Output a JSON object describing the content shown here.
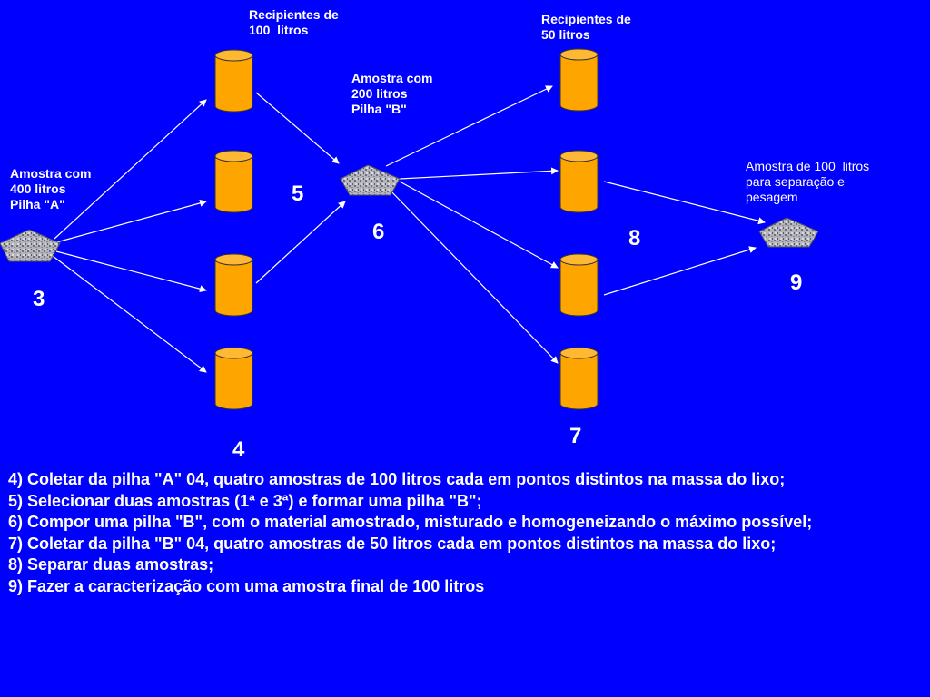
{
  "colors": {
    "background": "#0000ff",
    "container_fill": "#ffa500",
    "pile_fill": "#b0b0b8",
    "text": "#ffffff"
  },
  "labels": {
    "pile_a": "Amostra com\n400 litros\nPilha \"A\"",
    "containers_100": "Recipientes de\n100  litros",
    "pile_b": "Amostra com\n200 litros\nPilha \"B\"",
    "containers_50": "Recipientes de\n50 litros",
    "final_sample": "Amostra de 100  litros\npara separação e\npesagem"
  },
  "step_numbers": [
    "3",
    "4",
    "5",
    "6",
    "7",
    "8",
    "9"
  ],
  "steps": [
    "4) Coletar da pilha \"A\" 04, quatro amostras de 100 litros cada em pontos distintos na massa do lixo;",
    "5) Selecionar duas amostras (1ª e 3ª) e formar uma pilha \"B\";",
    "6) Compor uma pilha \"B\", com o material amostrado, misturado e homogeneizando o máximo possível;",
    "7) Coletar da pilha \"B\" 04, quatro amostras de 50 litros cada em pontos distintos na massa do lixo;",
    "8) Separar duas amostras;",
    "9) Fazer a caracterização com uma amostra final de 100 litros"
  ]
}
